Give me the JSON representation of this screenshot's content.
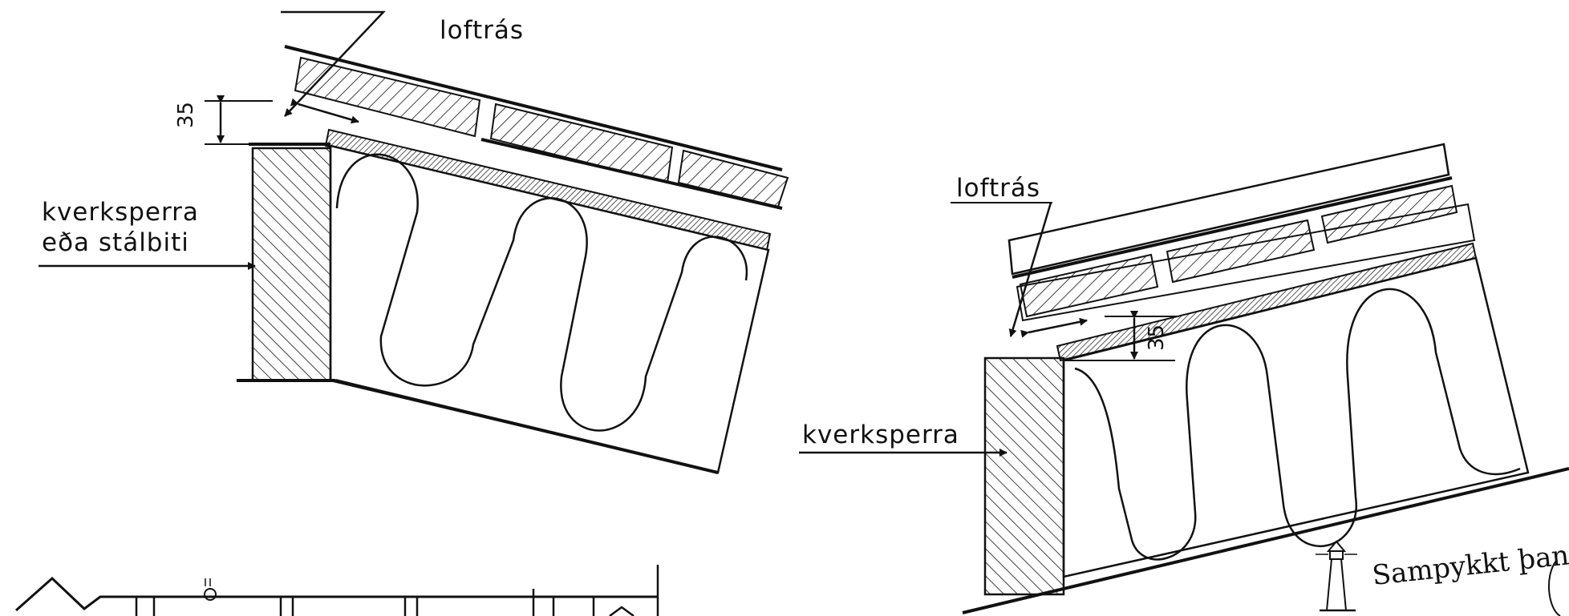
{
  "labels": {
    "vent_left": "loftrás",
    "vent_right": "loftrás",
    "rafter_left_line1": "kverksperra",
    "rafter_left_line2": "eða stálbiti",
    "rafter_right": "kverksperra",
    "dim_left": "35",
    "dim_right": "35",
    "stamp": "Sampykkt þann"
  },
  "colors": {
    "ink": "#111111",
    "background": "#ffffff"
  },
  "icons": {
    "stamp_symbol": "lighthouse-icon"
  }
}
